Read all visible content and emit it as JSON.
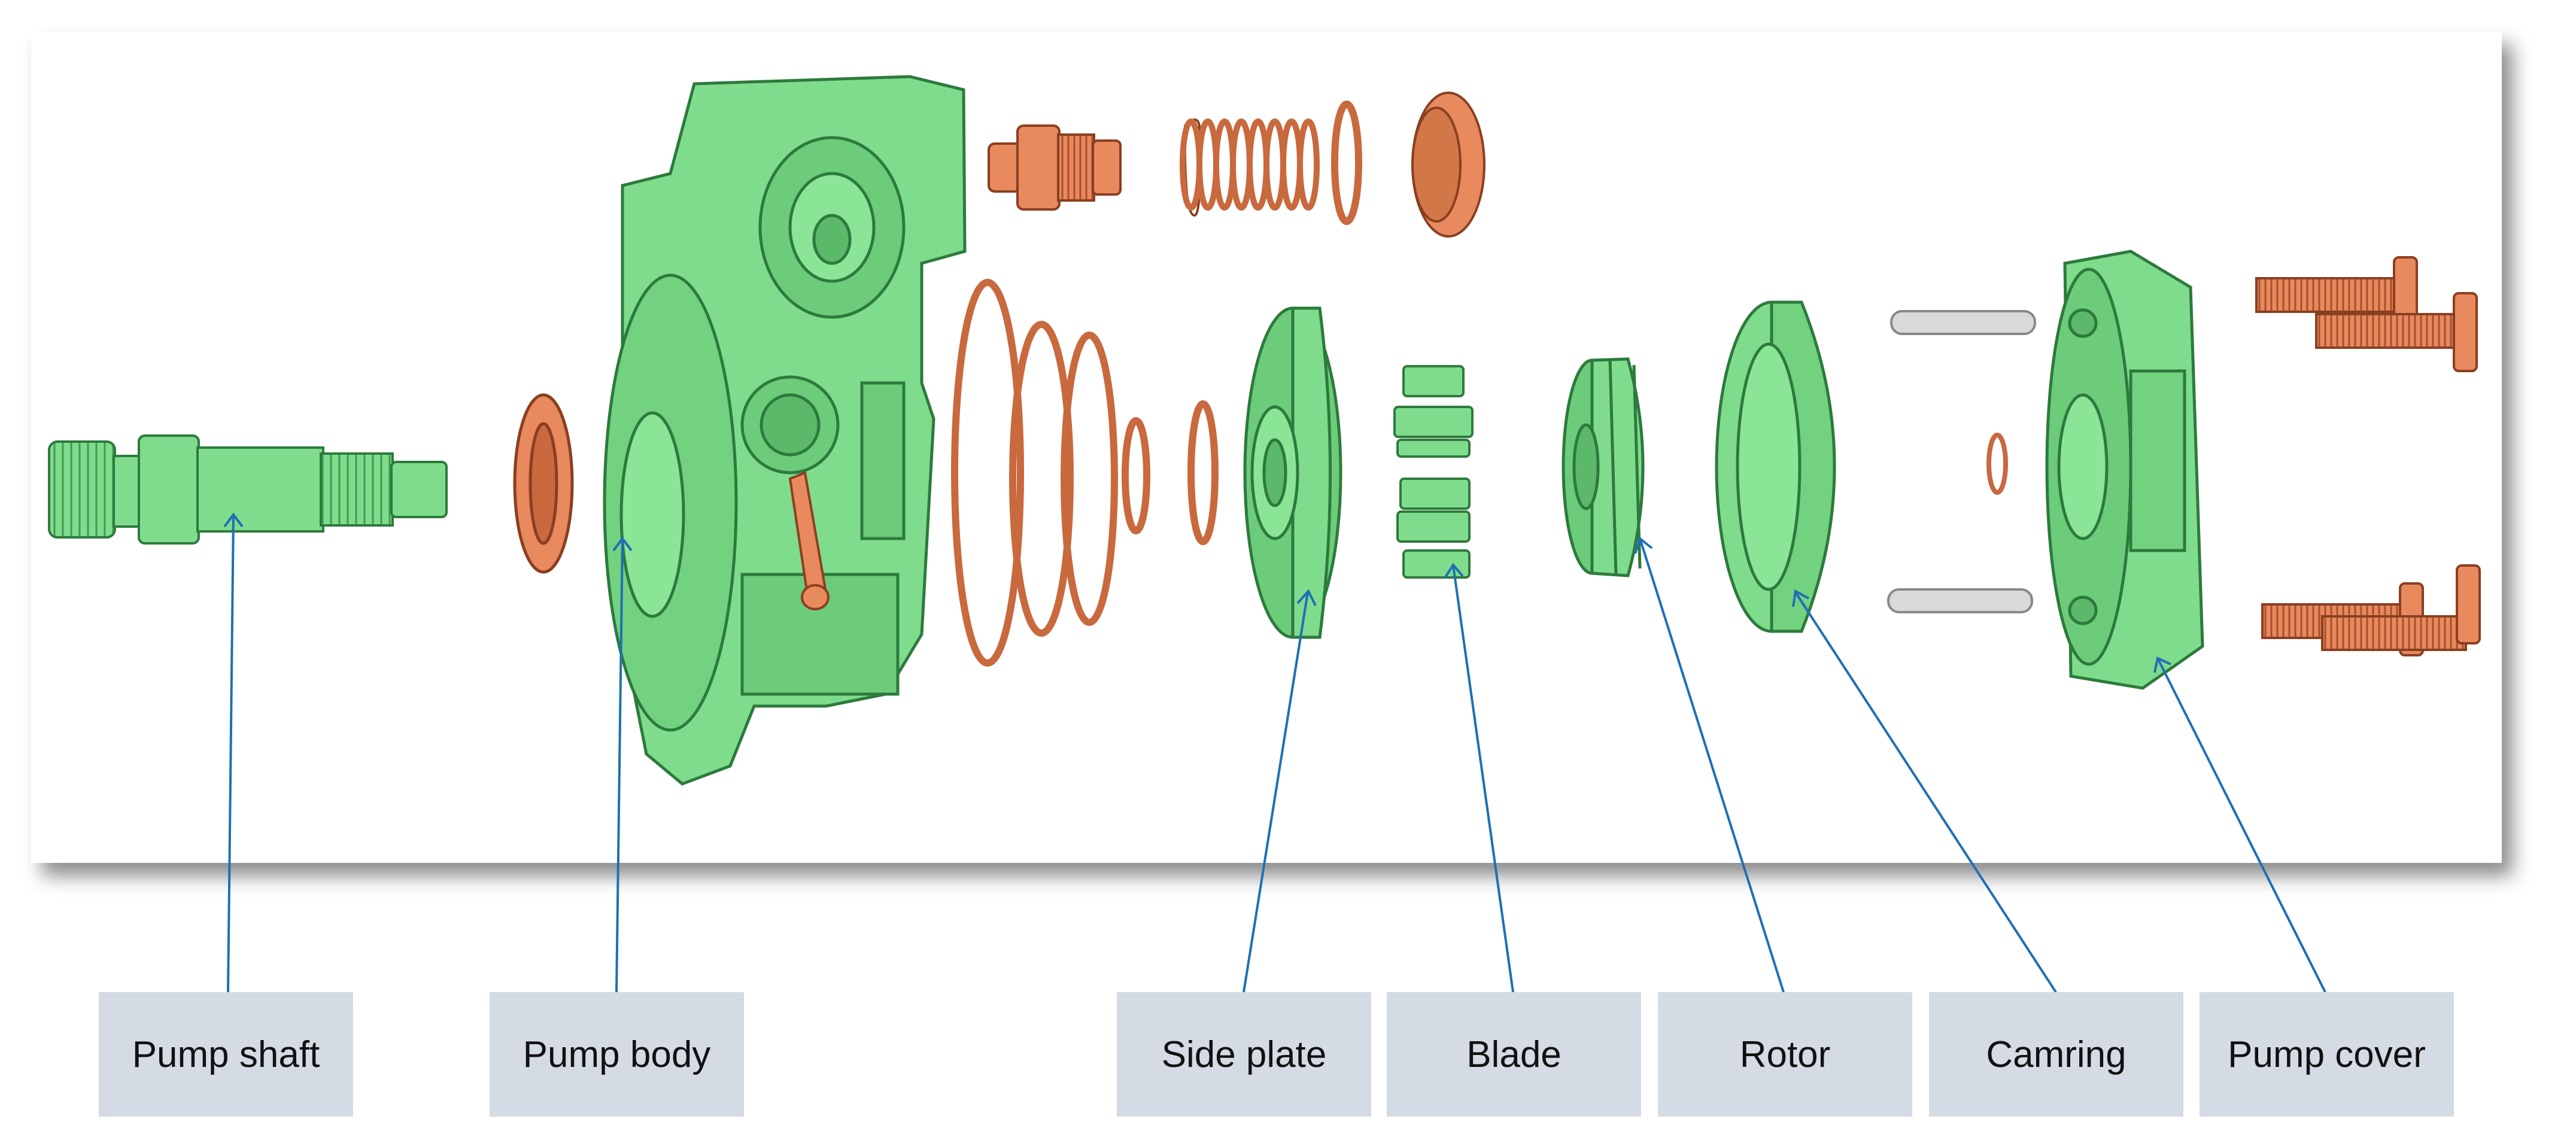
{
  "labels": {
    "pump_shaft": "Pump shaft",
    "pump_body": "Pump body",
    "side_plate": "Side plate",
    "blade": "Blade",
    "rotor": "Rotor",
    "camring": "Camring",
    "pump_cover": "Pump cover"
  },
  "colors": {
    "part_green": "#7fdc8c",
    "part_green_dark": "#3f9a4f",
    "part_copper": "#e8895e",
    "part_copper_dark": "#a8502d",
    "leader_line": "#1f6fb5",
    "label_fill": "#d5dbe4",
    "pin_gray": "#d9d9d9"
  }
}
